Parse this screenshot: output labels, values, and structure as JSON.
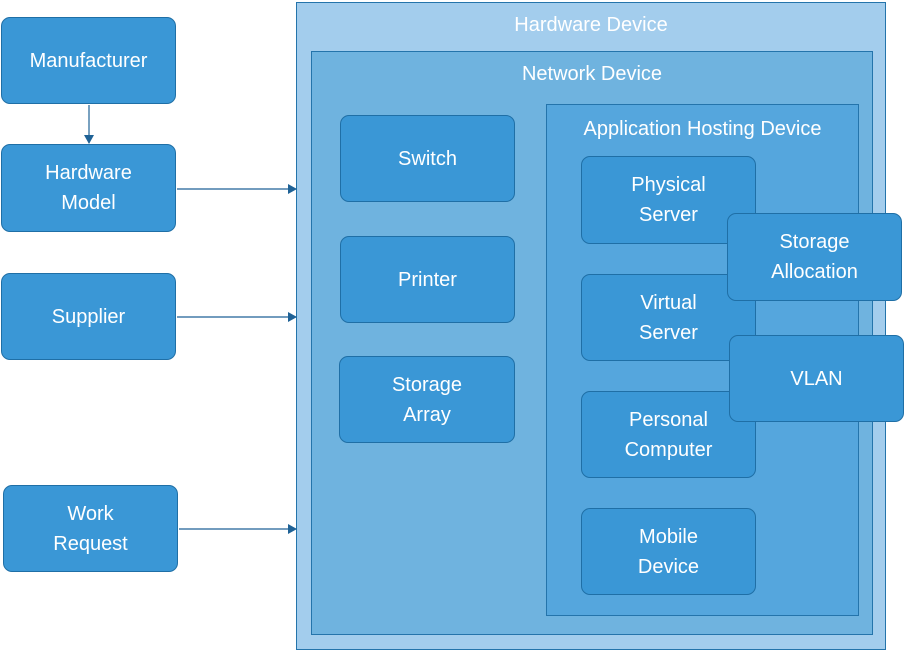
{
  "containers": {
    "hardware_device": "Hardware Device",
    "network_device": "Network Device",
    "application_hosting_device": "Application Hosting Device"
  },
  "left_nodes": {
    "manufacturer": "Manufacturer",
    "hardware_model": "Hardware\nModel",
    "supplier": "Supplier",
    "work_request": "Work\nRequest"
  },
  "network_nodes": {
    "switch": "Switch",
    "printer": "Printer",
    "storage_array": "Storage\nArray"
  },
  "app_nodes": {
    "physical_server": "Physical\nServer",
    "virtual_server": "Virtual\nServer",
    "personal_computer": "Personal\nComputer",
    "mobile_device": "Mobile\nDevice"
  },
  "overlay_nodes": {
    "storage_allocation": "Storage\nAllocation",
    "vlan": "VLAN"
  },
  "colors": {
    "outer_fill": "#a3cded",
    "middle_fill": "#6fb3df",
    "inner_fill": "#55a6dd",
    "node_fill": "#3a97d6",
    "arrow": "#1f6296"
  }
}
